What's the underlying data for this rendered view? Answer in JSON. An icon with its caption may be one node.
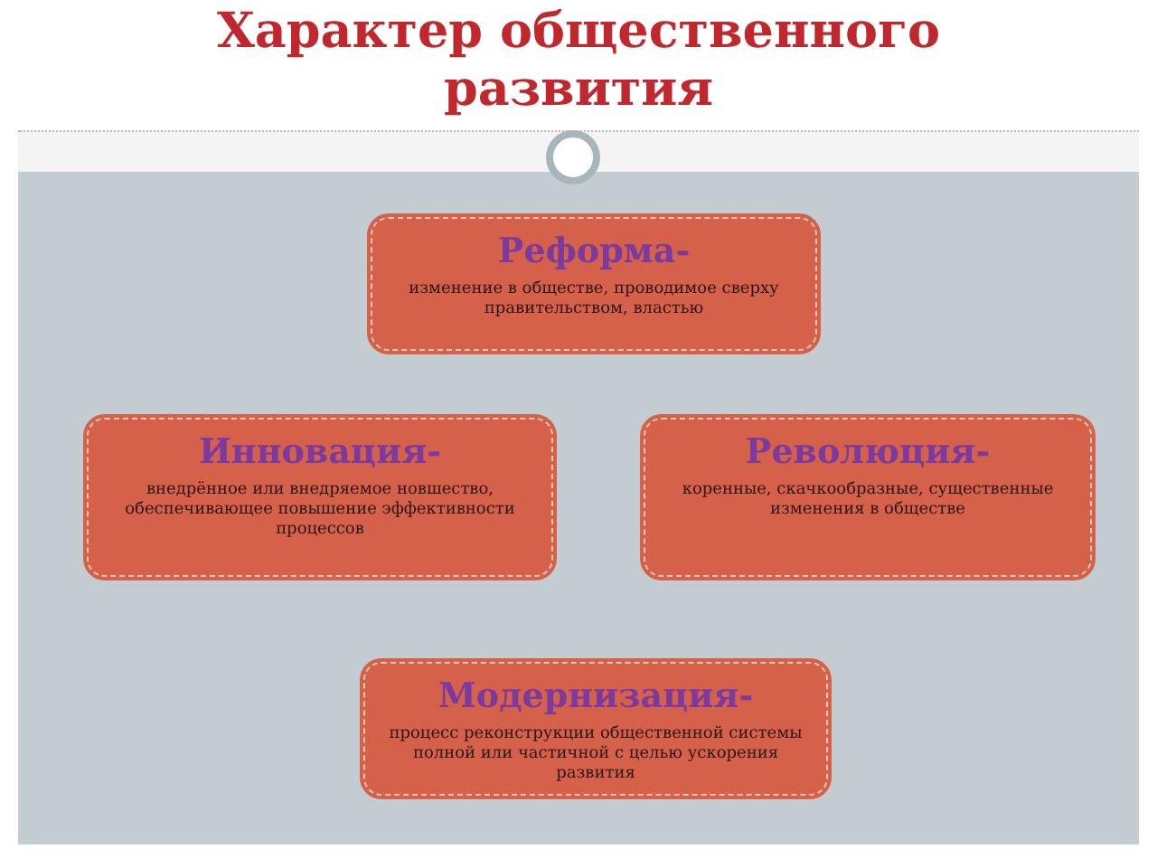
{
  "diagram": {
    "title": "Характер общественного развития",
    "nodes": [
      {
        "text": [
          "Реформа-",
          "изменение в обществе, проводимое сверху правительством, властью"
        ]
      },
      {
        "text": [
          "Инновация-",
          "внедрённое или внедряемое новшество, обеспечивающее повышение эффективности процессов"
        ]
      },
      {
        "text": [
          "Революция-",
          "коренные, скачкообразные, существенные изменения в обществе"
        ]
      },
      {
        "text": [
          "Модернизация-",
          "процесс реконструкции общественной системы полной или частичной с целью ускорения развития"
        ]
      }
    ],
    "edges": []
  }
}
